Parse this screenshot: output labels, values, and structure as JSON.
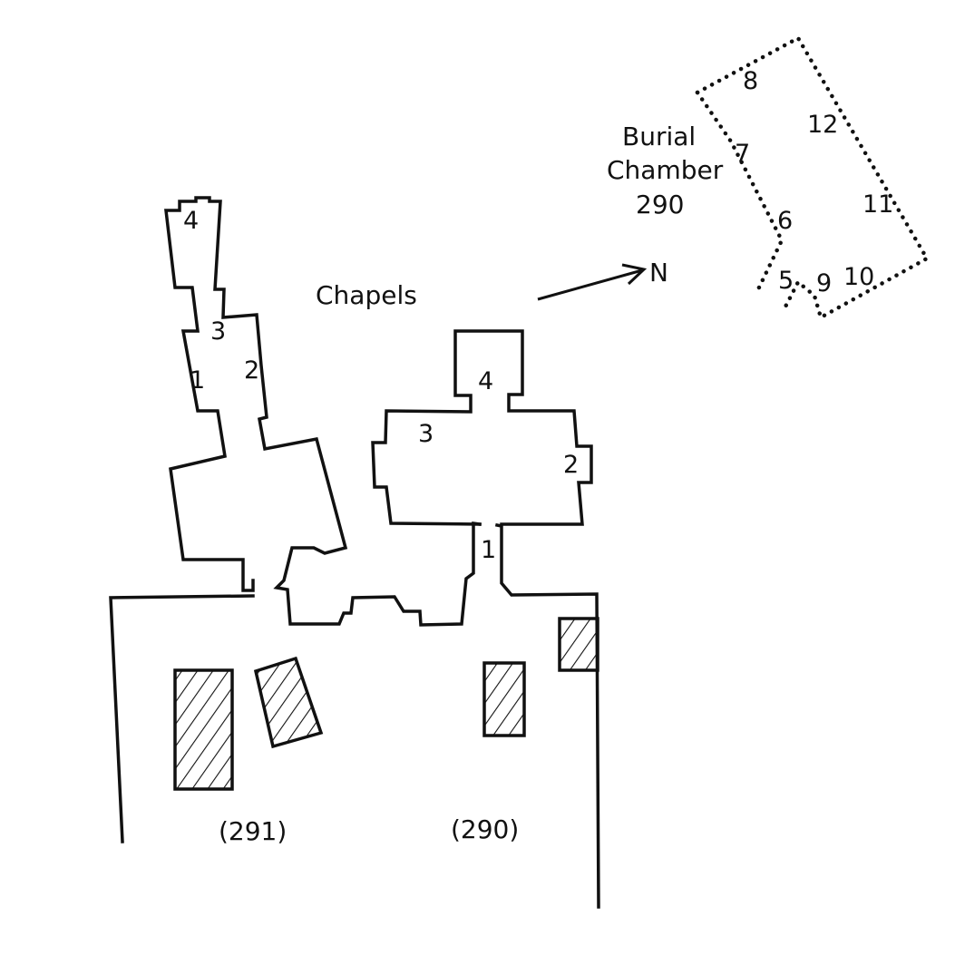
{
  "labels": {
    "chapels": "Chapels",
    "north": "N",
    "burial_chamber_line1": "Burial",
    "burial_chamber_line2": "Chamber",
    "burial_chamber_number": "290",
    "tomb_291": "(291)",
    "tomb_290": "(290)"
  },
  "chapel_291_numbers": [
    "1",
    "2",
    "3",
    "4"
  ],
  "chapel_290_numbers": [
    "1",
    "2",
    "3",
    "4"
  ],
  "burial_chamber_numbers": [
    "5",
    "6",
    "7",
    "8",
    "9",
    "10",
    "11",
    "12"
  ]
}
